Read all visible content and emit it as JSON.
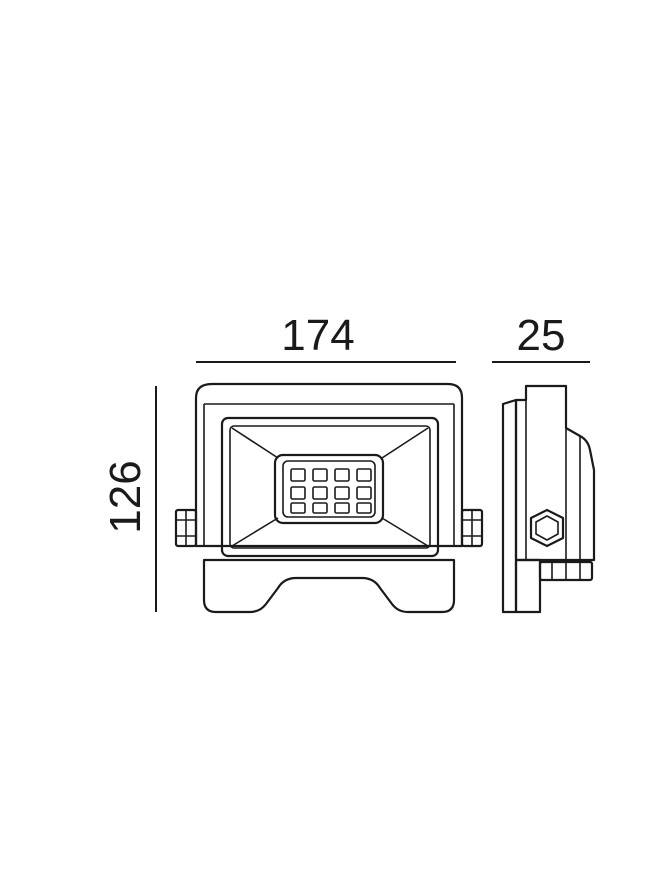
{
  "dimensions": {
    "width_label": "174",
    "depth_label": "25",
    "height_label": "126"
  },
  "colors": {
    "line": "#1a1a1a",
    "background": "#ffffff"
  }
}
